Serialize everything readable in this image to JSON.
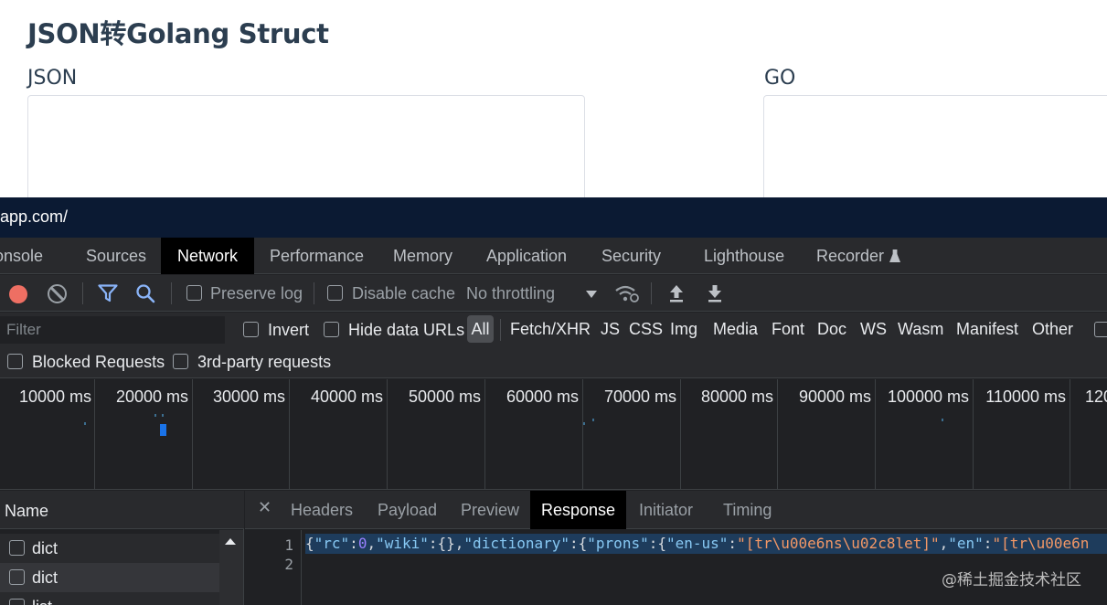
{
  "page": {
    "title": "JSON转Golang Struct",
    "json_label": "JSON",
    "go_label": "GO"
  },
  "devtools": {
    "url_fragment": "app.com/",
    "tabs": [
      "onsole",
      "Sources",
      "Network",
      "Performance",
      "Memory",
      "Application",
      "Security",
      "Lighthouse",
      "Recorder"
    ],
    "active_tab": "Network",
    "toolbar": {
      "preserve_log": "Preserve log",
      "disable_cache": "Disable cache",
      "throttling": "No throttling"
    },
    "filter": {
      "placeholder": "Filter",
      "invert": "Invert",
      "hide_data_urls": "Hide data URLs",
      "types": [
        "All",
        "Fetch/XHR",
        "JS",
        "CSS",
        "Img",
        "Media",
        "Font",
        "Doc",
        "WS",
        "Wasm",
        "Manifest",
        "Other"
      ],
      "active_type": "All",
      "blocked_requests": "Blocked Requests",
      "third_party": "3rd-party requests"
    },
    "timeline": {
      "labels": [
        "10000 ms",
        "20000 ms",
        "30000 ms",
        "40000 ms",
        "50000 ms",
        "60000 ms",
        "70000 ms",
        "80000 ms",
        "90000 ms",
        "100000 ms",
        "110000 ms",
        "120"
      ]
    },
    "requests": {
      "header": "Name",
      "rows": [
        "dict",
        "dict",
        "list"
      ]
    },
    "details": {
      "tabs": [
        "Headers",
        "Payload",
        "Preview",
        "Response",
        "Initiator",
        "Timing"
      ],
      "active_tab": "Response",
      "line_numbers": [
        "1",
        "2"
      ]
    }
  },
  "watermark": "@稀土掘金技术社区",
  "colors": {
    "record": "#ee6f63",
    "devtools_bg": "#202124",
    "url_bar": "#0b1a33",
    "selection": "#1e3c5c",
    "page_text": "#2c3e50"
  }
}
